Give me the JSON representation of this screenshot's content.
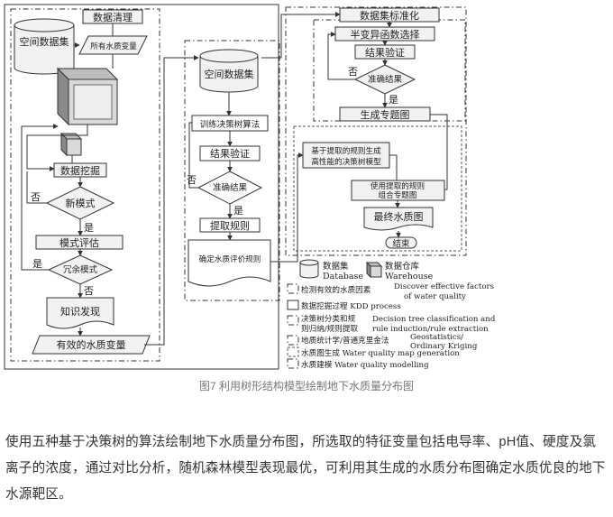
{
  "figure": {
    "left": {
      "data_clean": "数据清理",
      "spatial_db": "空间数据集",
      "all_vars": "所有水质变量",
      "data_mining": "数据挖掘",
      "new_model": "新模式",
      "no1": "否",
      "yes1": "是",
      "model_eval": "模式评估",
      "yes2": "是",
      "redundant": "冗余模式",
      "no2": "否",
      "knowledge": "知识发现",
      "effective_vars": "有效的水质变量"
    },
    "middle": {
      "spatial_db": "空间数据集",
      "train": "训练决策树算法",
      "verify": "结果验证",
      "no": "否",
      "accurate": "准确结果",
      "yes": "是",
      "extract": "提取规则",
      "determine": "确定水质评价规则"
    },
    "right": {
      "standardize": "数据集标准化",
      "semivariogram": "半变异函数选择",
      "verify": "结果验证",
      "no": "否",
      "accurate": "准确结果",
      "yes": "是",
      "gen_map": "生成专题图",
      "gen_tree_l1": "基于提取的规则生成",
      "gen_tree_l2": "高性能的决策树模型",
      "combine_l1": "使用提取的规则",
      "combine_l2": "组合专题图",
      "final_map": "最终水质图",
      "end": "结束"
    },
    "legend": {
      "db_cn": "数据集",
      "db_en": "Database",
      "wh_cn": "数据仓库",
      "wh_en": "Warehouse",
      "factors_cn": "检测有效的水质因素",
      "factors_en1": "Discover effective factors",
      "factors_en2": "of water quality",
      "kdd": "数据挖掘过程 KDD process",
      "dt_cn1": "决策树分类和规",
      "dt_cn2": "则归纳/规则提取",
      "dt_en1": "Decision tree classification and",
      "dt_en2": "rule induction/rule extraction",
      "geo_cn": "地质统计学/普通克里金法",
      "geo_en1": "Geostatistics/",
      "geo_en2": "Ordinary Kriging",
      "mapgen": "水质图生成 Water quality map generation",
      "model": "水质建模 Water quality modelling"
    }
  },
  "caption": "图7 利用树形结构模型绘制地下水质量分布图",
  "paragraph": "使用五种基于决策树的算法绘制地下水质量分布图，所选取的特征变量包括电导率、pH值、硬度及氯离子的浓度，通过对比分析，随机森林模型表现最优，可利用其生成的水质分布图确定水质优良的地下水源靶区。"
}
